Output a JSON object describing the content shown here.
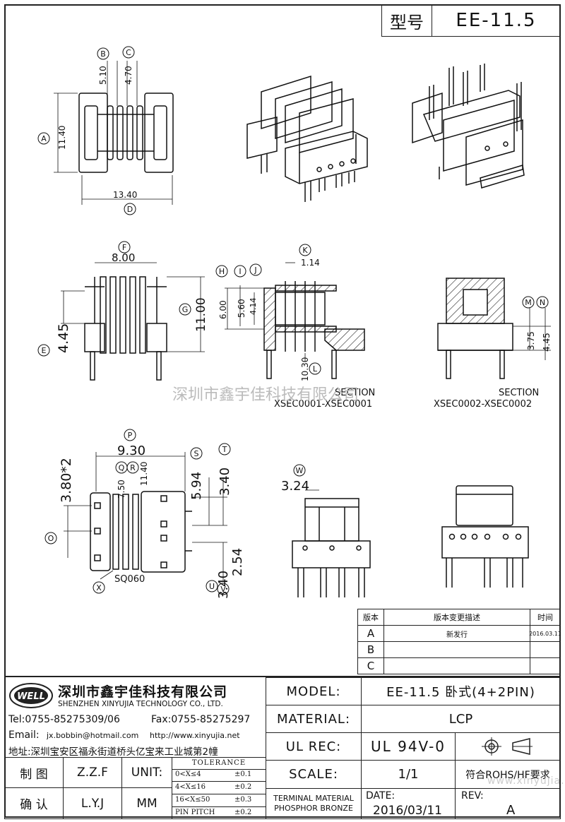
{
  "header": {
    "type_label": "型号",
    "model_code": "EE-11.5"
  },
  "watermark": {
    "center": "深圳市鑫宇佳科技有限公司",
    "bottom_url": "www.xinyujia.net"
  },
  "views": {
    "top": {
      "B": "B",
      "C": "C",
      "A": "A",
      "D": "D",
      "dim_510": "5.10",
      "dim_470": "4.70",
      "dim_1140": "11.40",
      "dim_1340": "13.40"
    },
    "front": {
      "F": "F",
      "G": "G",
      "E": "E",
      "dim_800": "8.00",
      "dim_1100": "11.00",
      "dim_445": "4.45"
    },
    "section1": {
      "H": "H",
      "I": "I",
      "J": "J",
      "K": "K",
      "L": "L",
      "dim_600": "6.00",
      "dim_560": "5.60",
      "dim_414": "4.14",
      "dim_114": "1.14",
      "dim_1030": "10.30",
      "title": "SECTION",
      "name": "XSEC0001-XSEC0001"
    },
    "section2": {
      "M": "M",
      "N": "N",
      "dim_375": "3.75",
      "dim_445": "4.45",
      "title": "SECTION",
      "name": "XSEC0002-XSEC0002"
    },
    "bottom": {
      "P": "P",
      "Q": "Q",
      "R": "R",
      "S": "S",
      "T": "T",
      "O": "O",
      "U": "U",
      "V": "V",
      "X": "X",
      "dim_930": "9.30",
      "dim_750": "7.50",
      "dim_1140": "11.40",
      "dim_594": "5.94",
      "dim_340a": "3.40",
      "dim_380x2": "3.80*2",
      "dim_340b": "3.40",
      "dim_254": "2.54",
      "sq": "SQ060"
    },
    "side": {
      "W": "W",
      "dim_324": "3.24"
    }
  },
  "revisions": {
    "headers": [
      "版本",
      "版本变更描述",
      "时间"
    ],
    "rows": [
      {
        "rev": "A",
        "desc": "新发行",
        "date": "2016.03.11"
      },
      {
        "rev": "B",
        "desc": "",
        "date": ""
      },
      {
        "rev": "C",
        "desc": "",
        "date": ""
      }
    ]
  },
  "company": {
    "logo_text": "WELL",
    "name_cn": "深圳市鑫宇佳科技有限公司",
    "name_en": "SHENZHEN XINYUJIA TECHNOLOGY CO., LTD.",
    "tel": "Tel:0755-85275309/06",
    "fax": "Fax:0755-85275297",
    "email_label": "Email:",
    "email": "jx.bobbin@hotmail.com",
    "http": "http://www.xinyujia.net",
    "address": "地址:深圳宝安区福永街道桥头亿宝来工业城第2幢"
  },
  "title_block": {
    "model_label": "MODEL:",
    "model_value": "EE-11.5 卧式(4+2PIN)",
    "material_label": "MATERIAL:",
    "material_value": "LCP",
    "ulrec_label": "UL REC:",
    "ulrec_value": "UL 94V-0",
    "scale_label": "SCALE:",
    "scale_value": "1/1",
    "rohs": "符合ROHS/HF要求",
    "terminal_label": "TERMINAL MATERIAL",
    "terminal_value": "PHOSPHOR BRONZE",
    "date_label": "DATE:",
    "date_value": "2016/03/11",
    "rev_label": "REV:",
    "rev_value": "A",
    "drawn_label": "制 图",
    "drawn_value": "Z.Z.F",
    "check_label": "确 认",
    "check_value": "L.Y.J",
    "unit_label": "UNIT:",
    "unit_value": "MM",
    "tolerance_title": "TOLERANCE",
    "tolerance_rows": [
      {
        "range": "0<X≤4",
        "tol": "±0.1"
      },
      {
        "range": "4<X≤16",
        "tol": "±0.2"
      },
      {
        "range": "16<X≤50",
        "tol": "±0.3"
      },
      {
        "range": "PIN PITCH",
        "tol": "±0.2"
      }
    ]
  }
}
